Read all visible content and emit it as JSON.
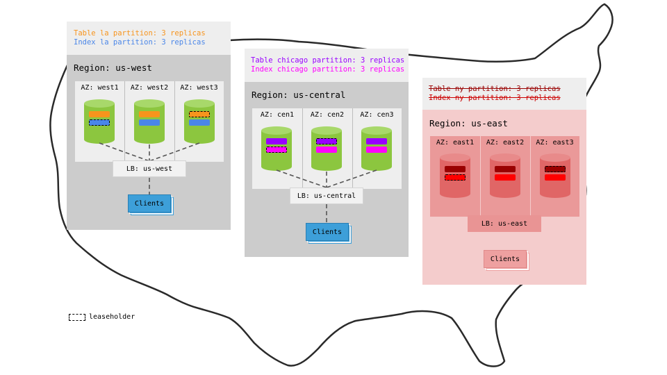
{
  "colors": {
    "west_table": "#f7941d",
    "west_index": "#4a86e8",
    "central_table": "#9900ff",
    "central_index": "#ff00ff",
    "east_table": "#990000",
    "east_index": "#ff0000",
    "cyl_green": "#8cc63f",
    "cyl_red": "#e06666",
    "clients_blue": "#3d9fd9",
    "clients_red": "#eea0a0"
  },
  "west": {
    "note_table": "Table la partition: 3 replicas",
    "note_index": "Index la partition: 3 replicas",
    "title": "Region: us-west",
    "azs": [
      "AZ: west1",
      "AZ: west2",
      "AZ: west3"
    ],
    "lb": "LB: us-west",
    "clients": "Clients"
  },
  "central": {
    "note_table": "Table chicago partition: 3 replicas",
    "note_index": "Index chicago partition: 3 replicas",
    "title": "Region: us-central",
    "azs": [
      "AZ: cen1",
      "AZ: cen2",
      "AZ: cen3"
    ],
    "lb": "LB: us-central",
    "clients": "Clients"
  },
  "east": {
    "note_table": "Table ny partition: 3 replicas",
    "note_index": "Index ny partition: 3 replicas",
    "title": "Region: us-east",
    "azs": [
      "AZ: east1",
      "AZ: east2",
      "AZ: east3"
    ],
    "lb": "LB: us-east",
    "clients": "Clients"
  },
  "legend": {
    "label": "leaseholder"
  }
}
